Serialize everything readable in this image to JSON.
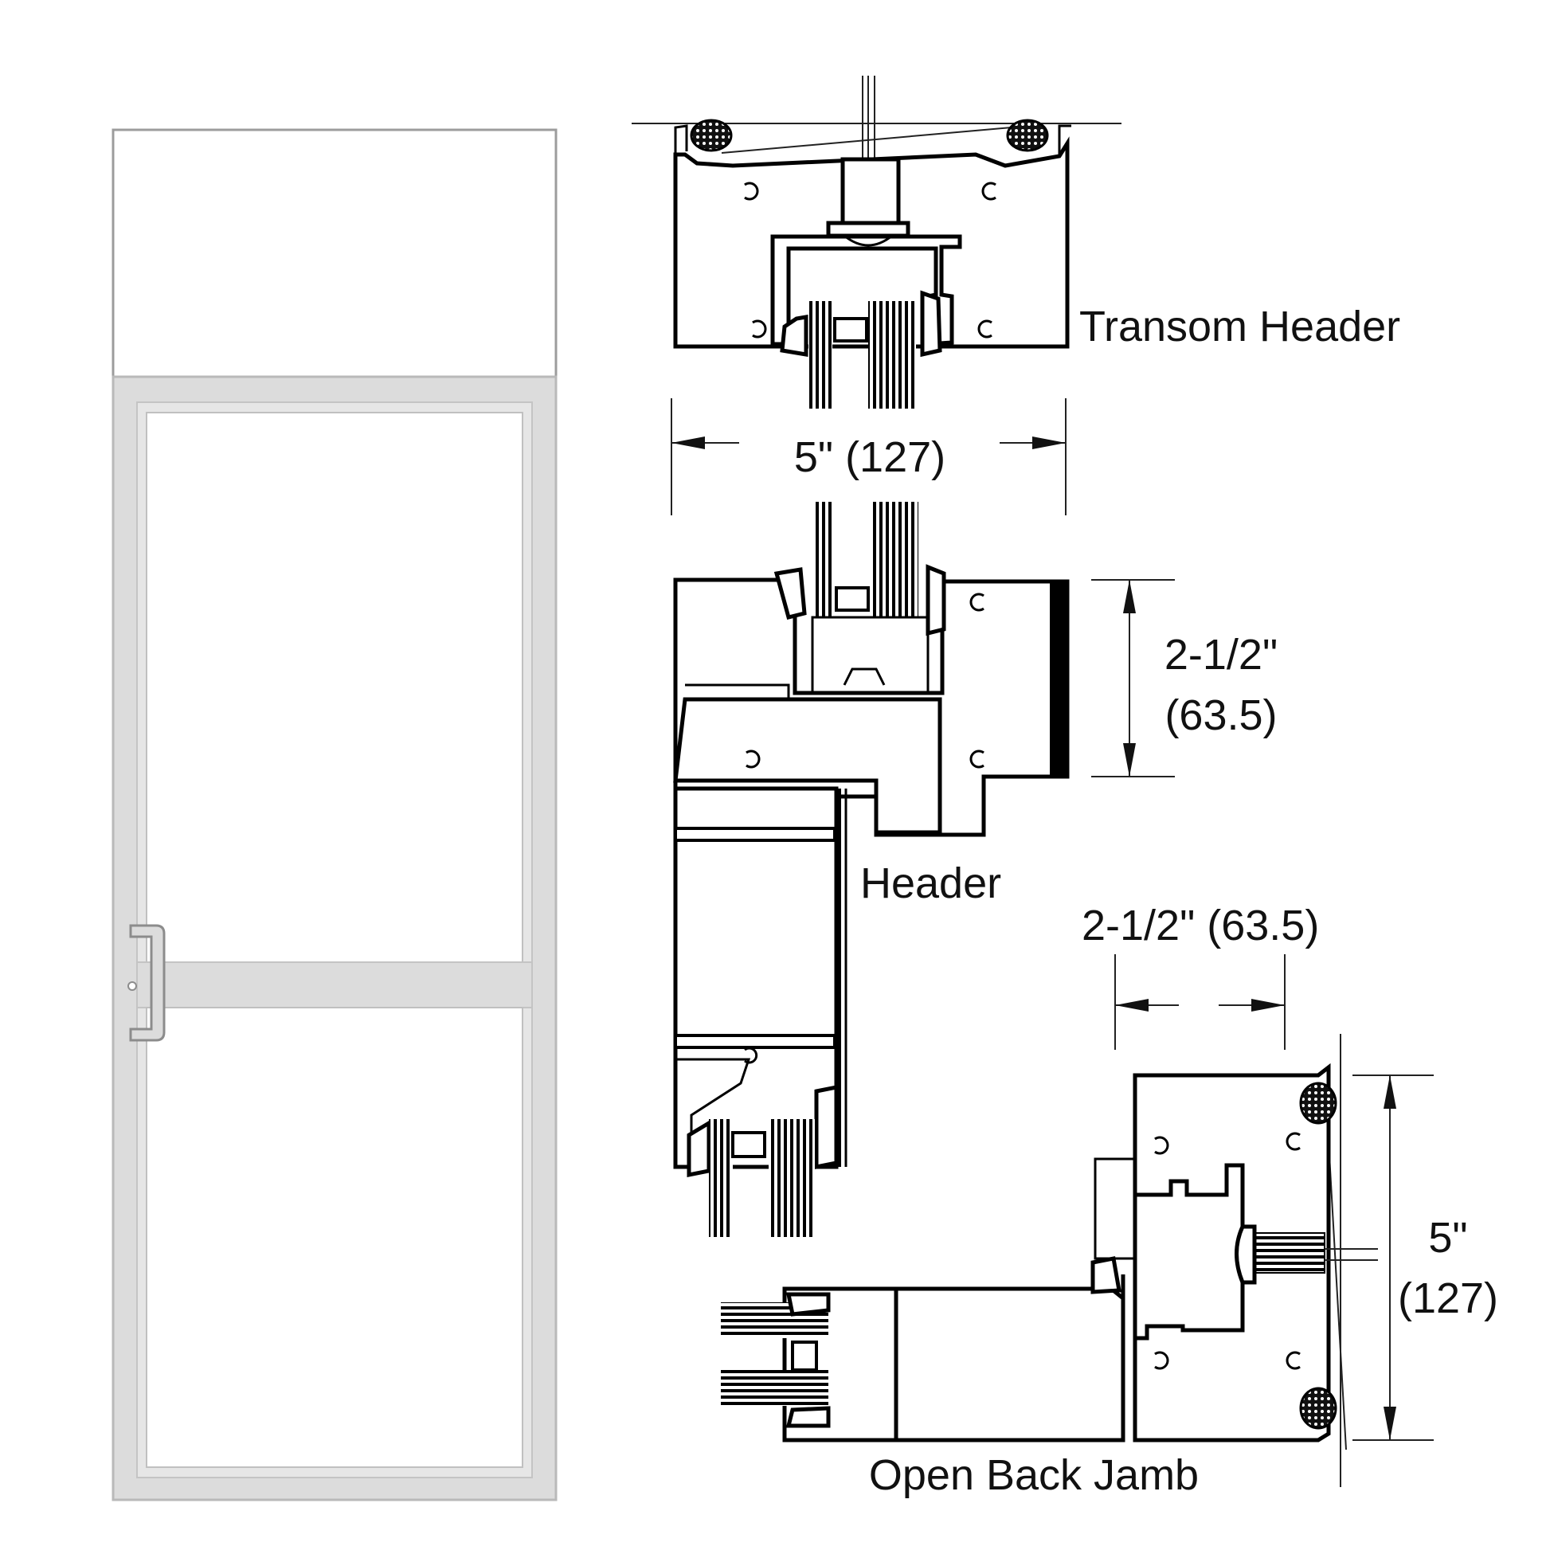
{
  "labels": {
    "transom_header": "Transom Header",
    "header": "Header",
    "open_back_jamb": "Open Back Jamb"
  },
  "dimensions": {
    "transom_width": "5\" (127)",
    "header_height_line1": "2-1/2\"",
    "header_height_line2": "(63.5)",
    "jamb_width": "2-1/2\" (63.5)",
    "jamb_depth_line1": "5\"",
    "jamb_depth_line2": "(127)"
  },
  "colors": {
    "line": "#000000",
    "door_frame": "#dcdcdc",
    "door_frame_edge": "#b9b9b9",
    "background": "#ffffff"
  }
}
